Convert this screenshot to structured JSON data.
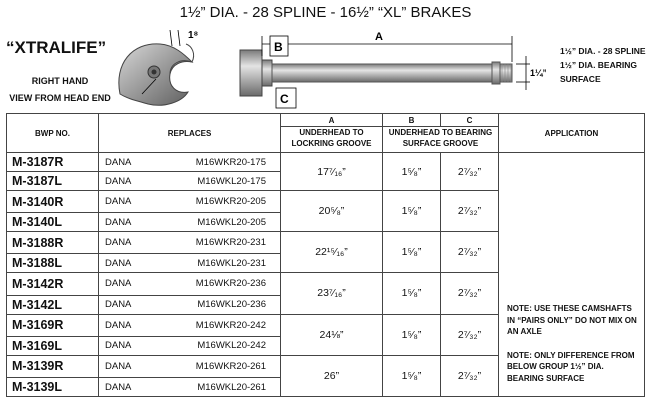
{
  "title": "1½” DIA. - 28 SPLINE - 16½” “XL” BRAKES",
  "brand": "“XTRALIFE”",
  "view_line1": "RIGHT HAND",
  "view_line2": "VIEW FROM HEAD END",
  "cam_dim": "1⁸",
  "dim_labels": {
    "a": "A",
    "b": "B",
    "c": "C",
    "d": "1¼”"
  },
  "spec": [
    "1½” DIA. - 28 SPLINE",
    "1½” DIA. BEARING",
    "SURFACE"
  ],
  "headers": {
    "a": "A",
    "b": "B",
    "c": "C",
    "bwp": "BWP NO.",
    "replaces": "REPLACES",
    "a_desc1": "UNDERHEAD TO",
    "a_desc2": "LOCKRING GROOVE",
    "bc_desc1": "UNDERHEAD TO BEARING",
    "bc_desc2": "SURFACE GROOVE",
    "application": "APPLICATION"
  },
  "groups": [
    {
      "a": "17⁷⁄₁₆”",
      "b": "1⁵⁄₈”",
      "c": "2⁷⁄₃₂”",
      "rows": [
        {
          "bwp": "M-3187R",
          "mfr": "DANA",
          "part": "M16WKR20-175"
        },
        {
          "bwp": "M-3187L",
          "mfr": "DANA",
          "part": "M16WKL20-175"
        }
      ]
    },
    {
      "a": "20⁵⁄₈”",
      "b": "1⁵⁄₈”",
      "c": "2⁷⁄₃₂”",
      "rows": [
        {
          "bwp": "M-3140R",
          "mfr": "DANA",
          "part": "M16WKR20-205"
        },
        {
          "bwp": "M-3140L",
          "mfr": "DANA",
          "part": "M16WKL20-205"
        }
      ]
    },
    {
      "a": "22¹⁵⁄₁₆”",
      "b": "1⁵⁄₈”",
      "c": "2⁷⁄₃₂”",
      "rows": [
        {
          "bwp": "M-3188R",
          "mfr": "DANA",
          "part": "M16WKR20-231"
        },
        {
          "bwp": "M-3188L",
          "mfr": "DANA",
          "part": "M16WKL20-231"
        }
      ]
    },
    {
      "a": "23⁷⁄₁₆”",
      "b": "1⁵⁄₈”",
      "c": "2⁷⁄₃₂”",
      "rows": [
        {
          "bwp": "M-3142R",
          "mfr": "DANA",
          "part": "M16WKR20-236"
        },
        {
          "bwp": "M-3142L",
          "mfr": "DANA",
          "part": "M16WKL20-236"
        }
      ]
    },
    {
      "a": "24⅛”",
      "b": "1⁵⁄₈”",
      "c": "2⁷⁄₃₂”",
      "rows": [
        {
          "bwp": "M-3169R",
          "mfr": "DANA",
          "part": "M16WKR20-242"
        },
        {
          "bwp": "M-3169L",
          "mfr": "DANA",
          "part": "M16WKL20-242"
        }
      ]
    },
    {
      "a": "26”",
      "b": "1⁵⁄₈”",
      "c": "2⁷⁄₃₂”",
      "rows": [
        {
          "bwp": "M-3139R",
          "mfr": "DANA",
          "part": "M16WKR20-261"
        },
        {
          "bwp": "M-3139L",
          "mfr": "DANA",
          "part": "M16WKL20-261"
        }
      ]
    }
  ],
  "notes": [
    "NOTE: USE THESE CAMSHAFTS IN “PAIRS ONLY” DO NOT MIX ON AN AXLE",
    "NOTE: ONLY DIFFERENCE FROM BELOW GROUP 1½” DIA. BEARING SURFACE"
  ],
  "icons": {
    "arrow": "dimension-arrow-icon"
  }
}
